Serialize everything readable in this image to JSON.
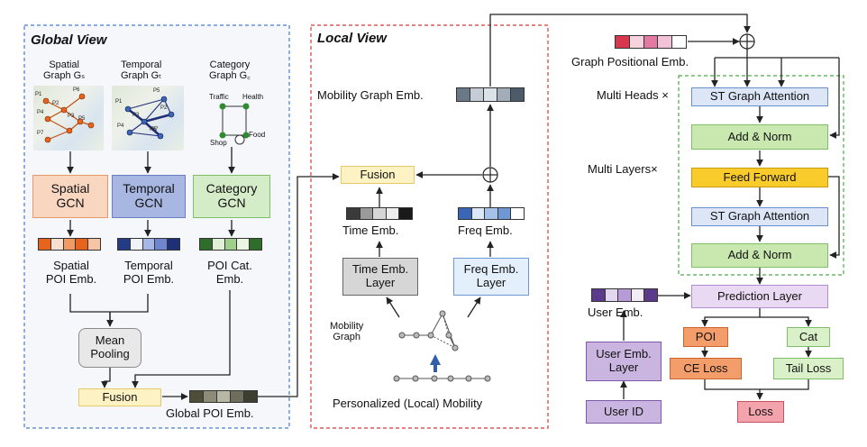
{
  "global_view": {
    "title": "Global View",
    "graphs": {
      "spatial": "Spatial\nGraph Gₛ",
      "temporal": "Temporal\nGraph Gₜ",
      "category": "Category\nGraph G꜀"
    },
    "category_nodes": {
      "traffic": "Traffic",
      "health": "Health",
      "shop": "Shop",
      "food": "Food"
    },
    "spatial_nodes": [
      "P1",
      "P6",
      "P2",
      "P3",
      "P4",
      "P5",
      "P7"
    ],
    "temporal_nodes": [
      "P1",
      "P5",
      "P2",
      "P3",
      "P4",
      "P6",
      "P7"
    ],
    "gcn": {
      "spatial": "Spatial\nGCN",
      "temporal": "Temporal\nGCN",
      "category": "Category\nGCN"
    },
    "emb": {
      "spatial": "Spatial\nPOI Emb.",
      "temporal": "Temporal\nPOI Emb.",
      "category": "POI Cat.\nEmb."
    },
    "mean_pooling": "Mean\nPooling",
    "fusion": "Fusion",
    "global_poi_emb": "Global POI Emb."
  },
  "local_view": {
    "title": "Local View",
    "mobility_graph_emb": "Mobility Graph Emb.",
    "fusion": "Fusion",
    "time_emb": "Time Emb.",
    "freq_emb": "Freq Emb.",
    "time_emb_layer": "Time Emb.\nLayer",
    "freq_emb_layer": "Freq Emb.\nLayer",
    "mobility_graph": "Mobility\nGraph",
    "personalized": "Personalized (Local) Mobility"
  },
  "right": {
    "graph_pos_emb": "Graph Positional Emb.",
    "multi_heads": "Multi Heads ×",
    "multi_layers": "Multi Layers×",
    "st_attention_1": "ST Graph Attention",
    "add_norm_1": "Add & Norm",
    "feed_forward": "Feed Forward",
    "st_attention_2": "ST Graph Attention",
    "add_norm_2": "Add & Norm",
    "prediction_layer": "Prediction Layer",
    "user_emb": "User Emb.",
    "user_emb_layer": "User Emb.\nLayer",
    "user_id": "User ID",
    "poi": "POI",
    "cat": "Cat",
    "ce_loss": "CE Loss",
    "tail_loss": "Tail Loss",
    "loss": "Loss"
  },
  "colors": {
    "spatial": "#f8d6c0",
    "temporal": "#a8b7e2",
    "category": "#d4ecc8",
    "fusion": "#fdf2c4",
    "attention": "#dce6f7",
    "addnorm": "#c9e8b0",
    "feedforward": "#f9cb2b",
    "prediction": "#ead9f2",
    "user": "#c9b5e0",
    "orange": "#f29d6a",
    "green_light": "#d9f0c8",
    "loss": "#f2a3ac",
    "global_border": "#4a7bc8",
    "local_border": "#d23a3a",
    "layers_border": "#4aaa4a"
  },
  "strips": {
    "spatial": [
      "#e8641c",
      "#f7e0cf",
      "#f29a63",
      "#e8641c",
      "#f7c5a3"
    ],
    "temporal": [
      "#243b86",
      "#f0f2fa",
      "#a6b6e6",
      "#6f86cf",
      "#1f2f78"
    ],
    "category": [
      "#2f6e2a",
      "#dff0d6",
      "#9fcf8a",
      "#eaf5e3",
      "#2f6e2a"
    ],
    "global": [
      "#4d4d3a",
      "#8c8c78",
      "#b7b7a5",
      "#6e6e5c",
      "#3d3d30"
    ],
    "mobility": [
      "#6b7887",
      "#c5ccd6",
      "#dce2ea",
      "#a3adba",
      "#4d5a6a"
    ],
    "time": [
      "#3a3a3a",
      "#9a9a9a",
      "#d6d6d6",
      "#eeeeee",
      "#1a1a1a"
    ],
    "freq": [
      "#3b66b6",
      "#dce8f7",
      "#a7c2e9",
      "#6f97d6",
      "#ffffff"
    ],
    "positional": [
      "#d8384e",
      "#f7d3dd",
      "#e27aa3",
      "#f2c2d6",
      "#ffffff"
    ],
    "user": [
      "#5b3a8c",
      "#e3d6f0",
      "#b69bd6",
      "#f2ebf8",
      "#5b3a8c"
    ]
  }
}
